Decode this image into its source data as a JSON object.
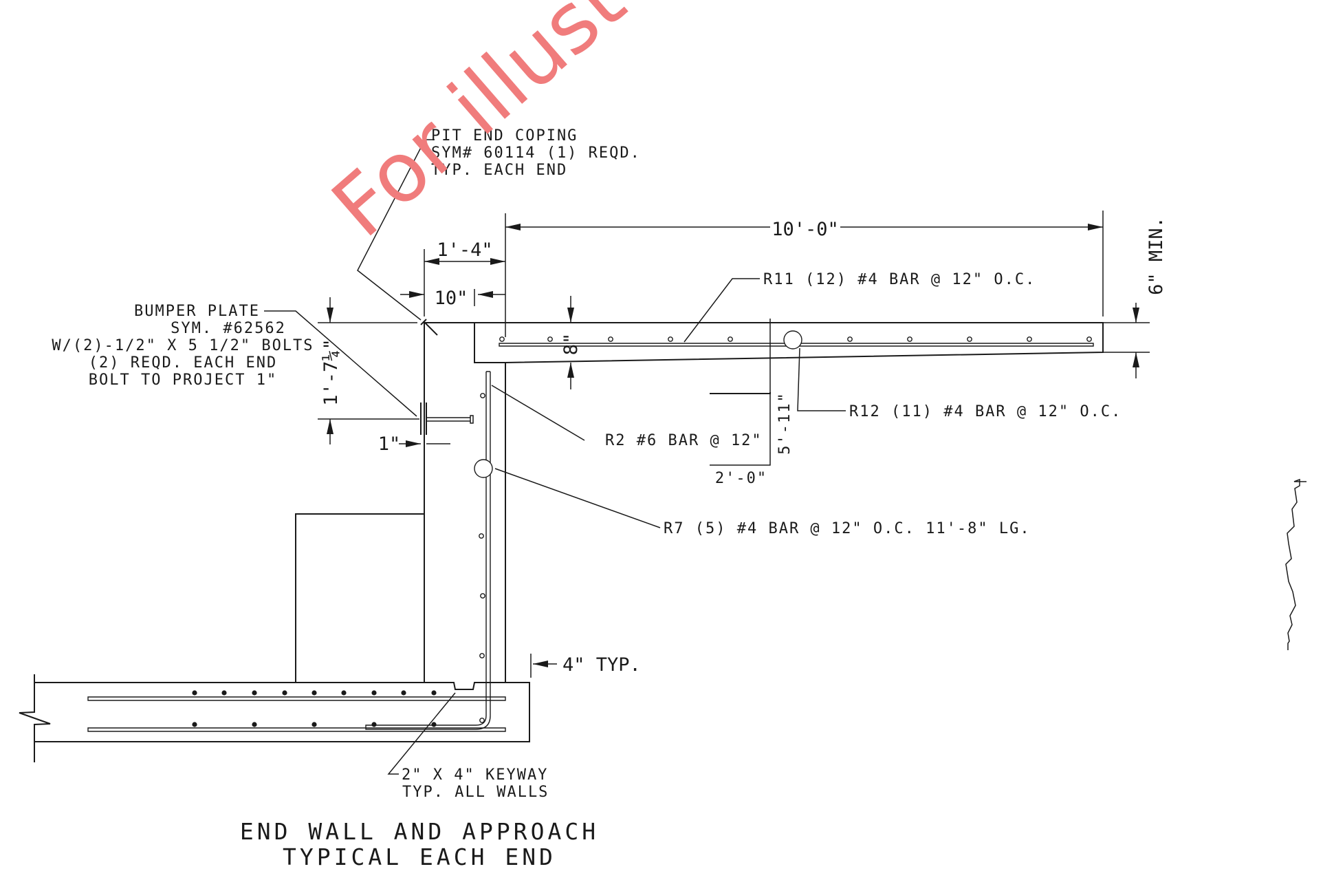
{
  "drawing": {
    "title_line1": "END WALL AND APPROACH",
    "title_line2": "TYPICAL EACH END",
    "watermark": "For illust"
  },
  "notes": {
    "coping_1": "PIT END COPING",
    "coping_2": "SYM# 60114 (1) REQD.",
    "coping_3": "TYP. EACH END",
    "bumper_1": "BUMPER PLATE",
    "bumper_2": "SYM. #62562",
    "bumper_3": "W/(2)-1/2\" X 5 1/2\" BOLTS",
    "bumper_4": "(2) REQD. EACH END",
    "bumper_5": "BOLT TO PROJECT 1\"",
    "r11": "R11 (12) #4 BAR @ 12\" O.C.",
    "r12": "R12 (11) #4 BAR @ 12\" O.C.",
    "r2": "R2 #6 BAR @ 12\"",
    "r7": "R7 (5) #4 BAR @ 12\" O.C. 11'-8\" LG.",
    "keyway_1": "2\" X 4\" KEYWAY",
    "keyway_2": "TYP. ALL WALLS",
    "typ4": "4\" TYP."
  },
  "dims": {
    "span": "10'-0\"",
    "wall_top": "1'-4\"",
    "wall": "10\"",
    "slab_min": "6\" MIN.",
    "slab": "8\"",
    "bumper_h": "1'-7¼\"",
    "bumper_off": "1\"",
    "r2_leg": "5'-11\"",
    "r2_foot": "2'-0\""
  }
}
